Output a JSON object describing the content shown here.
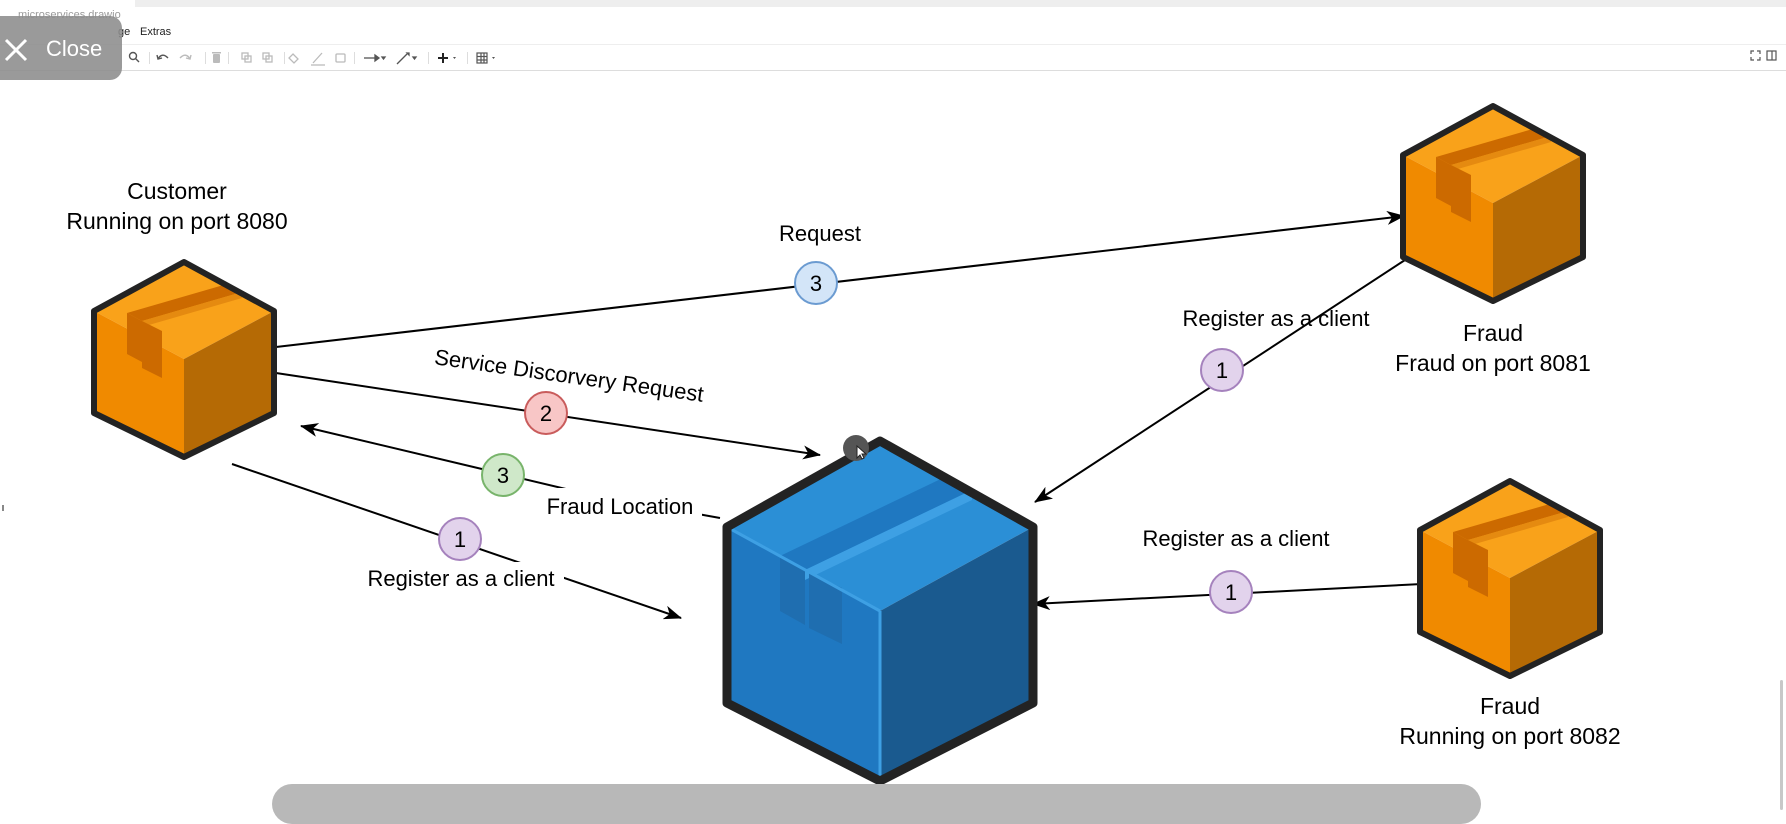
{
  "app": {
    "document_title": "microservices.drawio",
    "close_label": "Close"
  },
  "menu": {
    "items": [
      "ge",
      "Extras"
    ]
  },
  "diagram": {
    "nodes": {
      "customer": {
        "label_line1": "Customer",
        "label_line2": "Running on port 8080",
        "color": "#f08a00"
      },
      "fraud1": {
        "label_line1": "Fraud",
        "label_line2": "Fraud on port 8081",
        "color": "#f08a00"
      },
      "fraud2": {
        "label_line1": "Fraud",
        "label_line2": "Running on port 8082",
        "color": "#f08a00"
      },
      "eureka": {
        "color": "#1f78c1"
      }
    },
    "edges": {
      "request": {
        "label": "Request",
        "badge": "3",
        "badge_color": "#d3e5f8"
      },
      "discovery": {
        "label": "Service Discorvery Request",
        "badge": "2",
        "badge_color": "#f8c6c6"
      },
      "location": {
        "label": "Fraud Location",
        "badge": "3",
        "badge_color": "#cfe8c9"
      },
      "customer_register": {
        "label": "Register as a client",
        "badge": "1",
        "badge_color": "#e2d3ec"
      },
      "fraud1_register": {
        "label": "Register as a client",
        "badge": "1",
        "badge_color": "#e2d3ec"
      },
      "fraud2_register": {
        "label": "Register as a client",
        "badge": "1",
        "badge_color": "#e2d3ec"
      }
    }
  },
  "colors": {
    "orange_top": "#f9a21a",
    "orange_left": "#f08a00",
    "orange_right": "#b56a05",
    "blue_top": "#2b8fd6",
    "blue_left": "#1f78c1",
    "blue_right": "#1a5a8f",
    "outline": "#232323"
  },
  "icons": [
    "close-icon",
    "search-icon",
    "undo-icon",
    "redo-icon",
    "delete-icon",
    "to-front-icon",
    "to-back-icon",
    "fill-color-icon",
    "line-color-icon",
    "shadow-icon",
    "connection-icon",
    "waypoints-icon",
    "insert-icon",
    "table-icon",
    "fullscreen-icon",
    "format-panel-icon",
    "pointer-cursor-icon"
  ]
}
